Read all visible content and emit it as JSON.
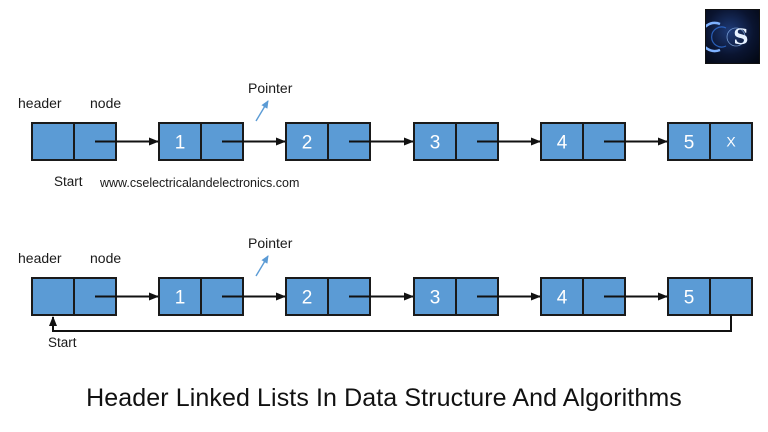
{
  "colors": {
    "node_fill": "#5b9bd5",
    "node_stroke": "#1a1a1a",
    "node_text": "#ffffff",
    "arrow": "#111111",
    "pointer_arrow": "#5b9bd5",
    "text": "#1a1a1a"
  },
  "logo": {
    "glyph": "S",
    "icon": "cs-monogram-logo-icon"
  },
  "watermark": "www.cselectricalandelectronics.com",
  "title": "Header Linked Lists In Data Structure And Algorithms",
  "diagrams": [
    {
      "kind": "grounded",
      "header_label": "header",
      "node_label": "node",
      "pointer_label": "Pointer",
      "start_label": "Start",
      "nodes": [
        {
          "value": "",
          "next": ""
        },
        {
          "value": "1",
          "next": ""
        },
        {
          "value": "2",
          "next": ""
        },
        {
          "value": "3",
          "next": ""
        },
        {
          "value": "4",
          "next": ""
        },
        {
          "value": "5",
          "next": "X"
        }
      ]
    },
    {
      "kind": "circular",
      "header_label": "header",
      "node_label": "node",
      "pointer_label": "Pointer",
      "start_label": "Start",
      "nodes": [
        {
          "value": "",
          "next": ""
        },
        {
          "value": "1",
          "next": ""
        },
        {
          "value": "2",
          "next": ""
        },
        {
          "value": "3",
          "next": ""
        },
        {
          "value": "4",
          "next": ""
        },
        {
          "value": "5",
          "next": ""
        }
      ]
    }
  ]
}
